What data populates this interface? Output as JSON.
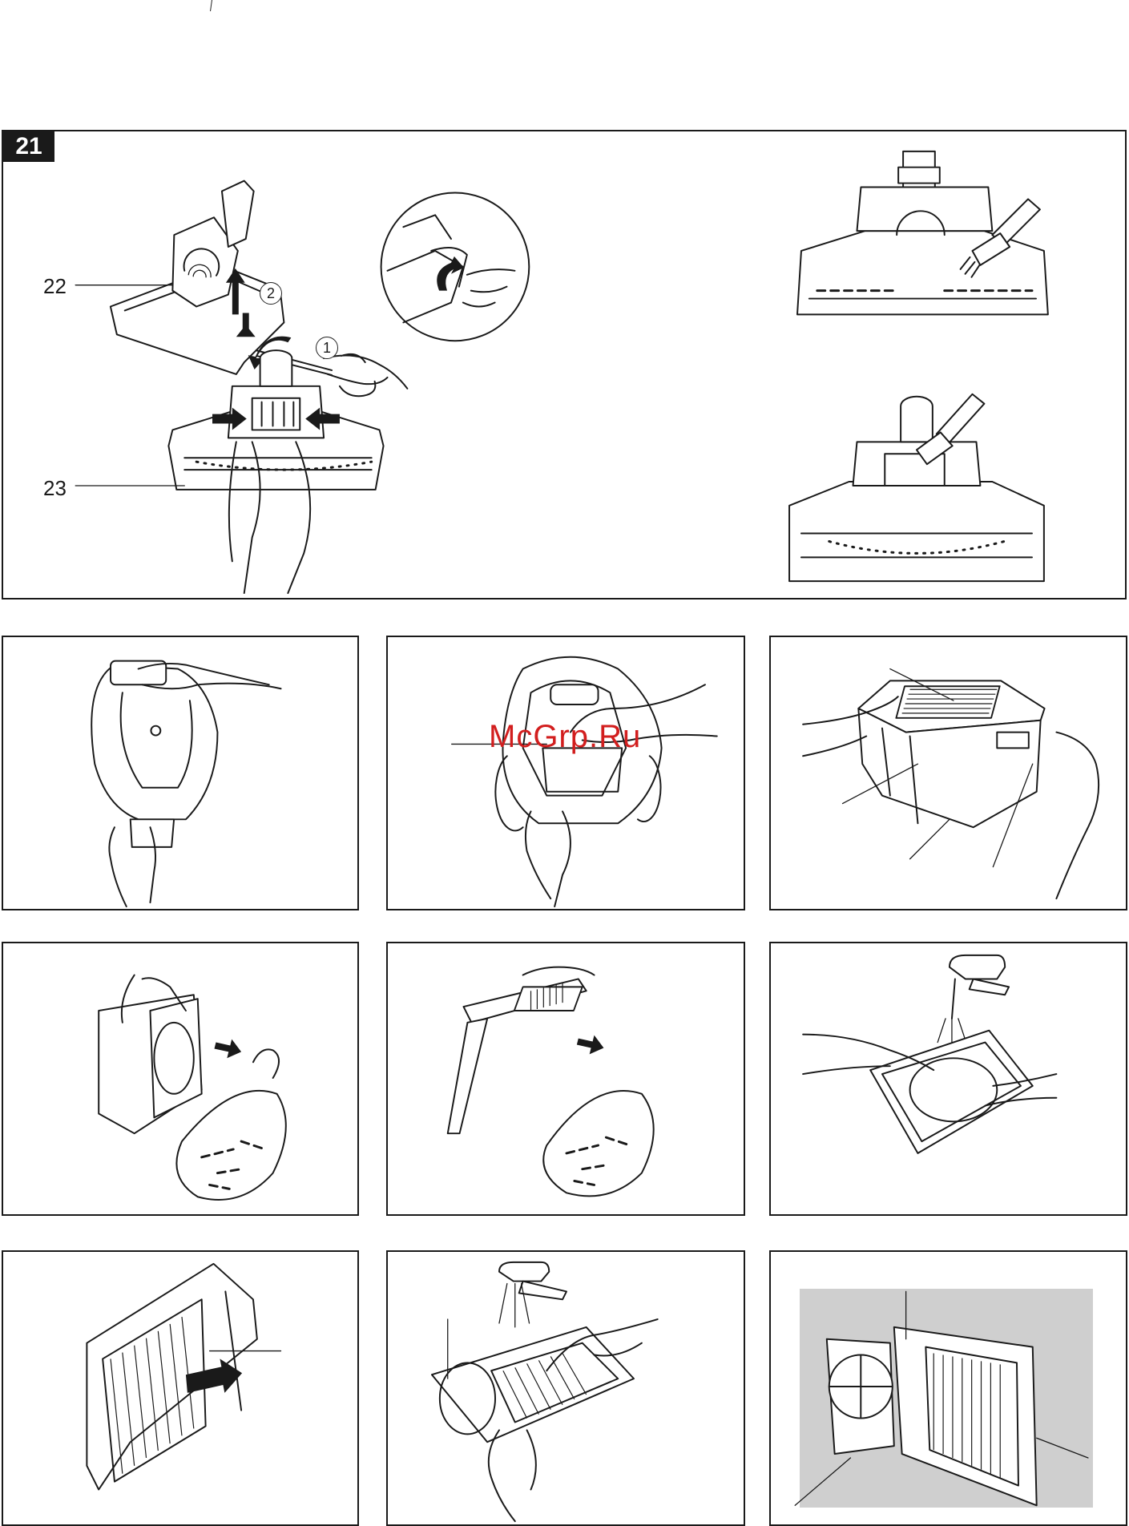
{
  "figure_main": {
    "number": "21",
    "callout_22": "22",
    "callout_23": "23",
    "step_1": "1",
    "step_2": "2"
  },
  "watermark": "McGrp.Ru"
}
